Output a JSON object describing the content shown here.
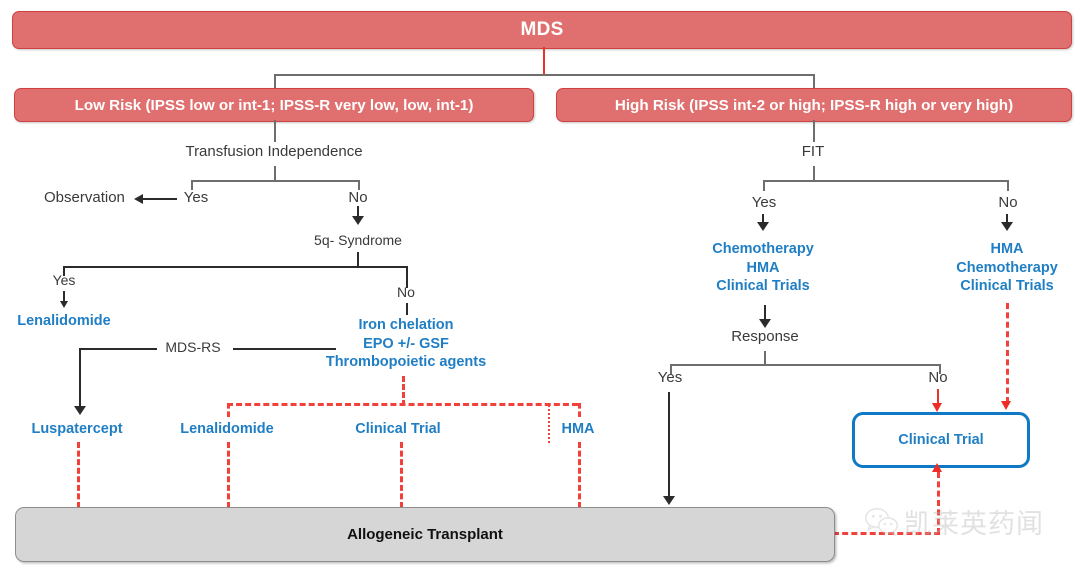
{
  "header": {
    "title": "MDS"
  },
  "risk": {
    "low": "Low Risk (IPSS low or int-1; IPSS-R very low, low, int-1)",
    "high": "High Risk (IPSS int-2 or high; IPSS-R high or very high)"
  },
  "left_branch": {
    "decision_1": "Transfusion Independence",
    "yes_1": "Yes",
    "no_1": "No",
    "observation": "Observation",
    "decision_2": "5q- Syndrome",
    "yes_2": "Yes",
    "no_2": "No",
    "lenalidomide_top": "Lenalidomide",
    "mds_rs": "MDS-RS",
    "supportive_line_1": "Iron chelation",
    "supportive_line_2": "EPO +/- GSF",
    "supportive_line_3": "Thrombopoietic agents",
    "options": [
      {
        "label": "Luspatercept"
      },
      {
        "label": "Lenalidomide"
      },
      {
        "label": "Clinical Trial"
      },
      {
        "label": "HMA"
      }
    ]
  },
  "right_branch": {
    "decision_1": "FIT",
    "yes_1": "Yes",
    "no_1": "No",
    "fit_therapy": [
      "Chemotherapy",
      "HMA",
      "Clinical Trials"
    ],
    "unfit_therapy": [
      "HMA",
      "Chemotherapy",
      "Clinical Trials"
    ],
    "decision_2": "Response",
    "yes_2": "Yes",
    "no_2": "No",
    "clinical_trial_box": "Clinical Trial"
  },
  "transplant": {
    "label": "Allogeneic Transplant"
  },
  "watermark": {
    "text": "凯莱英药闻",
    "icon": "wechat-icon"
  },
  "colors": {
    "header_fill": "#e0706f",
    "header_border": "#d0403f",
    "blue_text": "#1f7ec4",
    "blue_box_border": "#0f79c6",
    "red_dashed": "#f2403a",
    "gray_box_fill": "#d6d6d6",
    "dark_text": "#3a3a3a"
  }
}
